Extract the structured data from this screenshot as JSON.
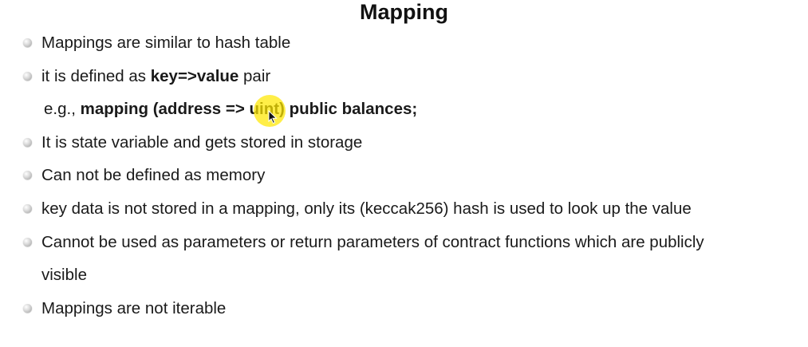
{
  "slide": {
    "title": "Mapping"
  },
  "bullets": [
    {
      "text": "Mappings are similar to hash table"
    },
    {
      "prefix": "it is defined as ",
      "bold": "key=>value",
      "suffix": " pair"
    },
    {
      "prefix": "e.g., ",
      "bold": "mapping (address => uint) public balances;"
    },
    {
      "text": "It is state variable and gets stored in storage"
    },
    {
      "text": "Can not be defined as memory"
    },
    {
      "text": "key data is not stored in a mapping, only its (keccak256) hash is used to look up the value"
    },
    {
      "text": "Cannot be used as parameters or return parameters of contract functions which are publicly"
    },
    {
      "text": "visible"
    },
    {
      "text": "Mappings are not iterable"
    }
  ],
  "colors": {
    "cursor_highlight": "#ffe800",
    "bullet": "#b5b5b5"
  },
  "icons": {
    "bullet": "bullet-dot-icon",
    "cursor": "mouse-cursor-icon"
  }
}
